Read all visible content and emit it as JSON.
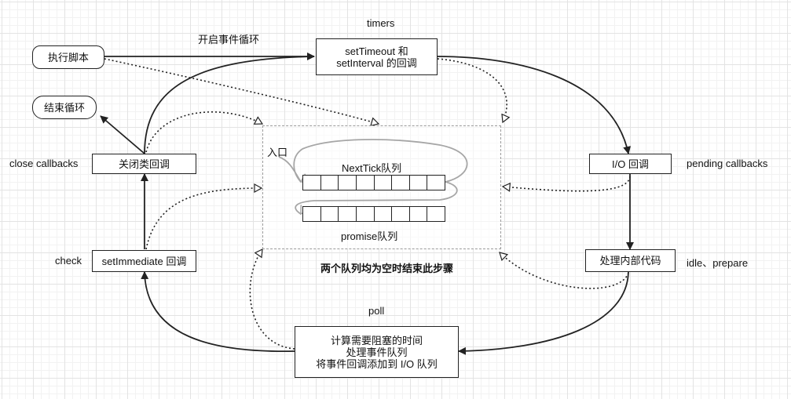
{
  "nodes": {
    "exec_script": "执行脚本",
    "end_loop": "结束循环",
    "timers_box_line1": "setTimeout 和",
    "timers_box_line2": "setInterval 的回调",
    "close_box": "关闭类回调",
    "check_box": "setImmediate 回调",
    "io_box": "I/O 回调",
    "internal_box": "处理内部代码",
    "poll_box_line1": "计算需要阻塞的时间",
    "poll_box_line2": "处理事件队列",
    "poll_box_line3": "将事件回调添加到 I/O 队列"
  },
  "labels": {
    "start_loop": "开启事件循环",
    "timers": "timers",
    "close_callbacks": "close callbacks",
    "pending_callbacks": "pending callbacks",
    "check": "check",
    "idle_prepare": "idle、prepare",
    "poll": "poll",
    "entry": "入口",
    "nexttick_queue": "NextTick队列",
    "promise_queue": "promise队列",
    "queues_note": "两个队列均为空时结束此步骤"
  },
  "colors": {
    "line": "#222222",
    "dash_border": "#9a9a9a",
    "grid": "#e3e3e3"
  }
}
